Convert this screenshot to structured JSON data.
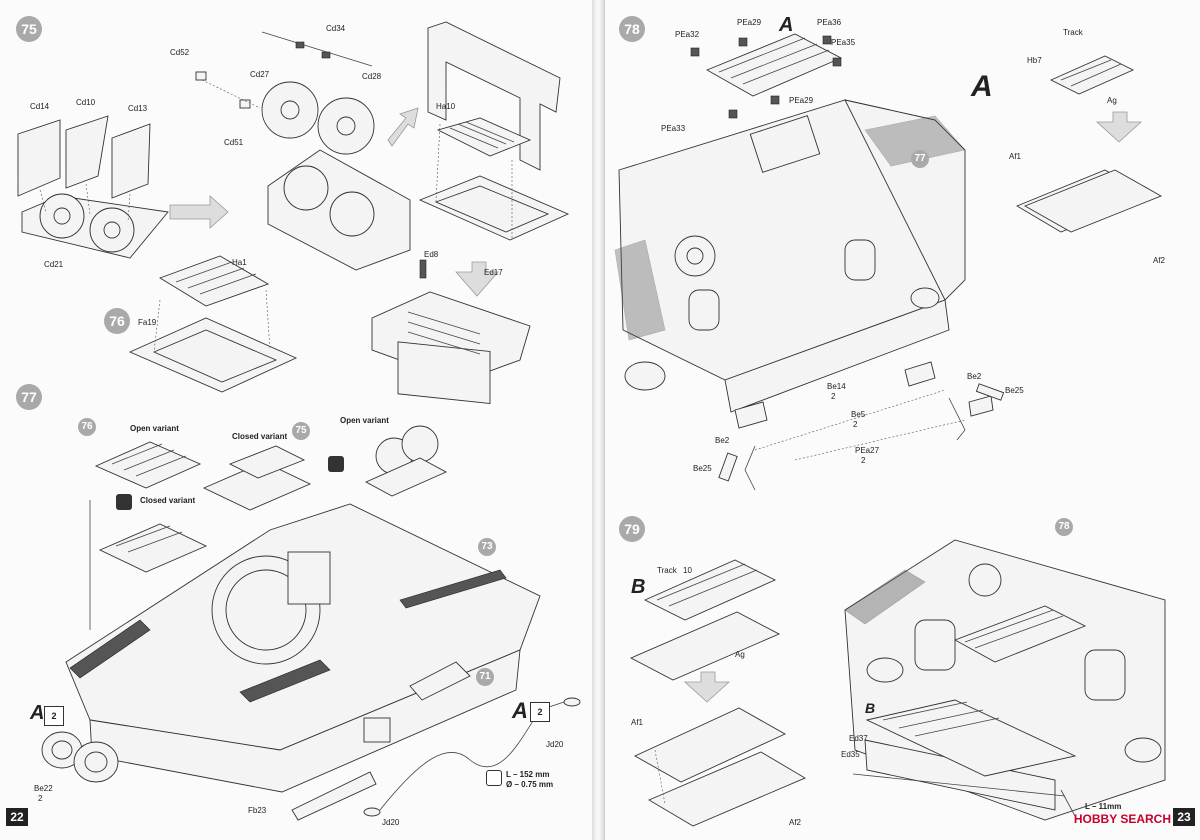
{
  "pages": {
    "left_number": "22",
    "right_number": "23"
  },
  "steps": {
    "s75": "75",
    "s76": "76",
    "s77": "77",
    "s78": "78",
    "s79": "79"
  },
  "step75": {
    "cd14": "Cd14",
    "cd10": "Cd10",
    "cd13": "Cd13",
    "cd21": "Cd21",
    "cd52": "Cd52",
    "cd34": "Cd34",
    "cd27": "Cd27",
    "cd28": "Cd28",
    "cd51": "Cd51",
    "ha10": "Ha10",
    "ed17": "Ed17",
    "ed8": "Ed8"
  },
  "step76": {
    "ha1": "Ha1",
    "fa19": "Fa19"
  },
  "step77": {
    "open_variant_a": "Open variant",
    "closed_variant_a": "Closed variant",
    "open_variant_b": "Open variant",
    "closed_variant_b": "Closed variant",
    "ref76": "76",
    "ref75": "75",
    "ref73": "73",
    "ref71": "71",
    "a_left": "A",
    "a_left_qty": "2",
    "a_right": "A",
    "a_right_qty": "2",
    "be22": "Be22",
    "be22_qty": "2",
    "fb23": "Fb23",
    "jd20_top": "Jd20",
    "jd20_bottom": "Jd20",
    "length": "L – 152 mm",
    "diameter": "Ø – 0.75 mm"
  },
  "step78": {
    "a_small": "A",
    "a_big": "A",
    "pea32": "PEa32",
    "pea29_top": "PEa29",
    "pea36": "PEa36",
    "pea35": "PEa35",
    "pea29_mid": "PEa29",
    "pea33": "PEa33",
    "ref77": "77",
    "track": "Track",
    "hb7": "Hb7",
    "ag": "Ag",
    "af1": "Af1",
    "af2": "Af2",
    "be14": "Be14",
    "be14_qty": "2",
    "be5": "Be5",
    "be5_qty": "2",
    "be2_right": "Be2",
    "be25_right": "Be25",
    "be2_left": "Be2",
    "be25_left": "Be25",
    "pea27": "PEa27",
    "pea27_qty": "2"
  },
  "step79": {
    "b_left": "B",
    "b_mid": "B",
    "track": "Track",
    "track_qty": "10",
    "ag": "Ag",
    "af1": "Af1",
    "af2": "Af2",
    "ref78": "78",
    "ed37": "Ed37",
    "ed35": "Ed35",
    "length": "L – 11mm"
  },
  "watermark": "HOBBY SEARCH"
}
